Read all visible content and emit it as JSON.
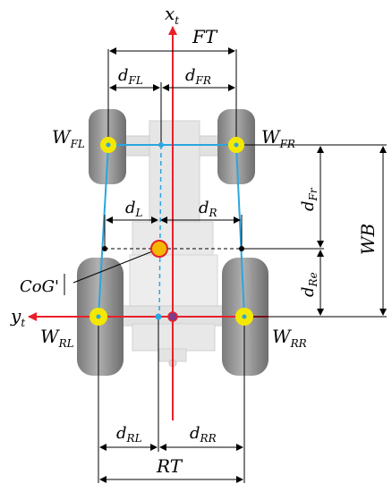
{
  "labels": {
    "x_axis": {
      "main": "x",
      "sub": "t"
    },
    "y_axis": {
      "main": "y",
      "sub": "t"
    },
    "FT": "FT",
    "RT": "RT",
    "WB": "WB",
    "CoG": "CoG'",
    "d_FL": {
      "main": "d",
      "sub": "FL"
    },
    "d_FR": {
      "main": "d",
      "sub": "FR"
    },
    "d_L": {
      "main": "d",
      "sub": "L"
    },
    "d_R": {
      "main": "d",
      "sub": "R"
    },
    "d_Fr": {
      "main": "d",
      "sub": "Fr"
    },
    "d_Re": {
      "main": "d",
      "sub": "Re"
    },
    "d_RL": {
      "main": "d",
      "sub": "RL"
    },
    "d_RR": {
      "main": "d",
      "sub": "RR"
    },
    "W_FL": {
      "main": "W",
      "sub": "FL"
    },
    "W_FR": {
      "main": "W",
      "sub": "FR"
    },
    "W_RL": {
      "main": "W",
      "sub": "RL"
    },
    "W_RR": {
      "main": "W",
      "sub": "RR"
    }
  },
  "colors": {
    "frame": "#2aa6e0",
    "axis": "#e8202a",
    "wheel_contact": "#f5e800",
    "tire": "#8f8f8f",
    "body": "#e6e6e6",
    "dim_line": "#000000"
  }
}
